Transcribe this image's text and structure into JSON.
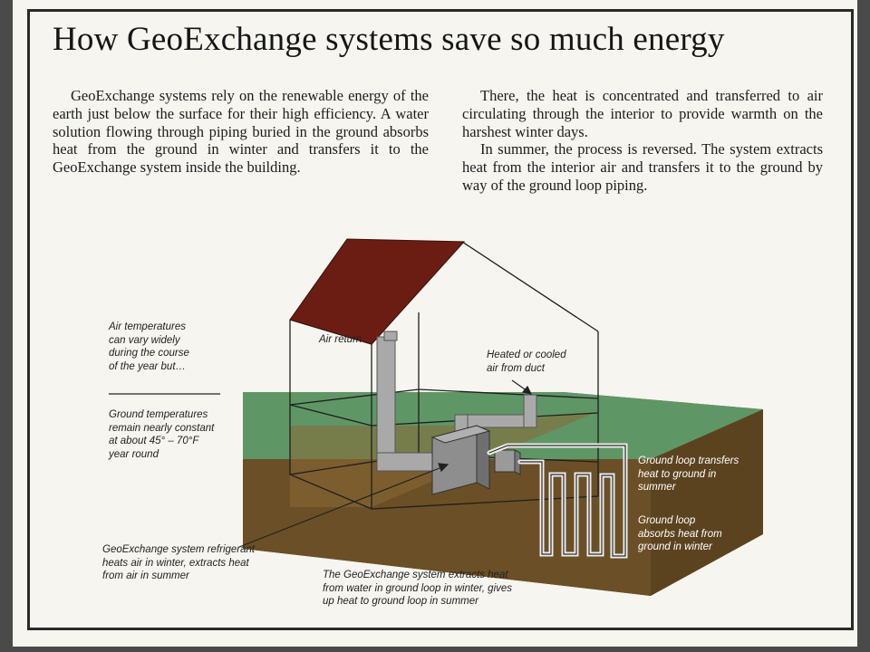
{
  "title": "How GeoExchange systems save so much energy",
  "intro_left": "GeoExchange systems rely on the renewable energy of the earth just below the surface for their high efficiency. A water solution flowing through piping buried in the ground absorbs heat from the ground in winter and transfers it to the GeoExchange system inside the building.",
  "intro_right_1": "There, the heat is concentrated and transferred to air circulating through the interior to provide warmth on the harshest winter days.",
  "intro_right_2": "In summer, the process is reversed. The system extracts heat from the interior air and transfers it to the ground by way of the ground loop piping.",
  "labels": {
    "air_temperatures": "Air temperatures\ncan vary widely\nduring the course\nof the year but…",
    "ground_temperatures": "Ground temperatures\nremain nearly constant\nat about 45° – 70°F\nyear round",
    "air_return": "Air return",
    "heated_cooled_air": "Heated or cooled\nair from duct",
    "loop_summer": "Ground loop transfers\nheat to ground in\nsummer",
    "loop_winter": "Ground loop\nabsorbs heat from\nground in winter",
    "refrigerant": "GeoExchange system refrigerant\nheats air in winter, extracts heat\nfrom air in summer",
    "extracts": "The GeoExchange system extracts heat\nfrom water in ground loop in winter, gives\nup heat to ground loop in summer"
  },
  "colors": {
    "roof": "#6b1d14",
    "grass": "#5e9a68",
    "soil_top": "#7a5b2a",
    "soil_front": "#6b4f26",
    "duct": "#a9a9a9"
  }
}
